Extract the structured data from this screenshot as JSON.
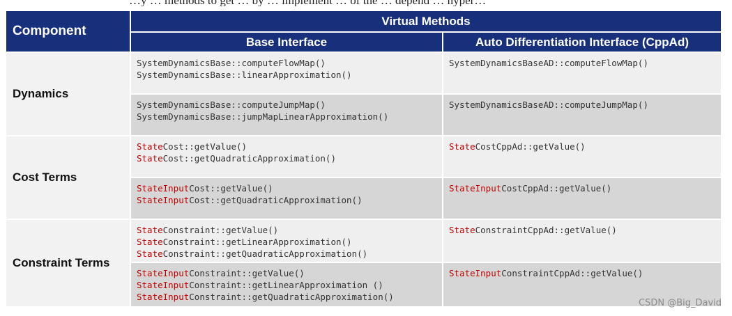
{
  "top_text": "…y … methods to get … by … implement … of the … depend … hyper…",
  "header": {
    "component": "Component",
    "virtual_methods": "Virtual Methods",
    "base_interface": "Base Interface",
    "ad_interface": "Auto Differentiation Interface (CppAd)"
  },
  "rows": [
    {
      "component": "Dynamics",
      "subrows": [
        {
          "base": [
            {
              "prefix": "",
              "text": "SystemDynamicsBase::computeFlowMap()"
            },
            {
              "prefix": "",
              "text": "SystemDynamicsBase::linearApproximation()"
            }
          ],
          "ad": [
            {
              "prefix": "",
              "text": "SystemDynamicsBaseAD::computeFlowMap()"
            }
          ]
        },
        {
          "base": [
            {
              "prefix": "",
              "text": "SystemDynamicsBase::computeJumpMap()"
            },
            {
              "prefix": "",
              "text": "SystemDynamicsBase::jumpMapLinearApproximation()"
            }
          ],
          "ad": [
            {
              "prefix": "",
              "text": "SystemDynamicsBaseAD::computeJumpMap()"
            }
          ]
        }
      ]
    },
    {
      "component": "Cost Terms",
      "subrows": [
        {
          "base": [
            {
              "prefix": "State",
              "text": "Cost::getValue()"
            },
            {
              "prefix": "State",
              "text": "Cost::getQuadraticApproximation()"
            }
          ],
          "ad": [
            {
              "prefix": "State",
              "text": "CostCppAd::getValue()"
            }
          ]
        },
        {
          "base": [
            {
              "prefix": "StateInput",
              "text": "Cost::getValue()"
            },
            {
              "prefix": "StateInput",
              "text": "Cost::getQuadraticApproximation()"
            }
          ],
          "ad": [
            {
              "prefix": "StateInput",
              "text": "CostCppAd::getValue()"
            }
          ]
        }
      ]
    },
    {
      "component": "Constraint Terms",
      "subrows": [
        {
          "base": [
            {
              "prefix": "State",
              "text": "Constraint::getValue()"
            },
            {
              "prefix": "State",
              "text": "Constraint::getLinearApproximation()"
            },
            {
              "prefix": "State",
              "text": "Constraint::getQuadraticApproximation()"
            }
          ],
          "ad": [
            {
              "prefix": "State",
              "text": "ConstraintCppAd::getValue()"
            }
          ]
        },
        {
          "base": [
            {
              "prefix": "StateInput",
              "text": "Constraint::getValue()"
            },
            {
              "prefix": "StateInput",
              "text": "Constraint::getLinearApproximation ()"
            },
            {
              "prefix": "StateInput",
              "text": "Constraint::getQuadraticApproximation()"
            }
          ],
          "ad": [
            {
              "prefix": "StateInput",
              "text": "ConstraintCppAd::getValue()"
            }
          ]
        }
      ]
    }
  ],
  "watermark": "CSDN @Big_David",
  "colors": {
    "header_bg": "#18307b",
    "prefix_red": "#c00000",
    "row_light": "#efefef",
    "row_dark": "#d6d6d6"
  }
}
